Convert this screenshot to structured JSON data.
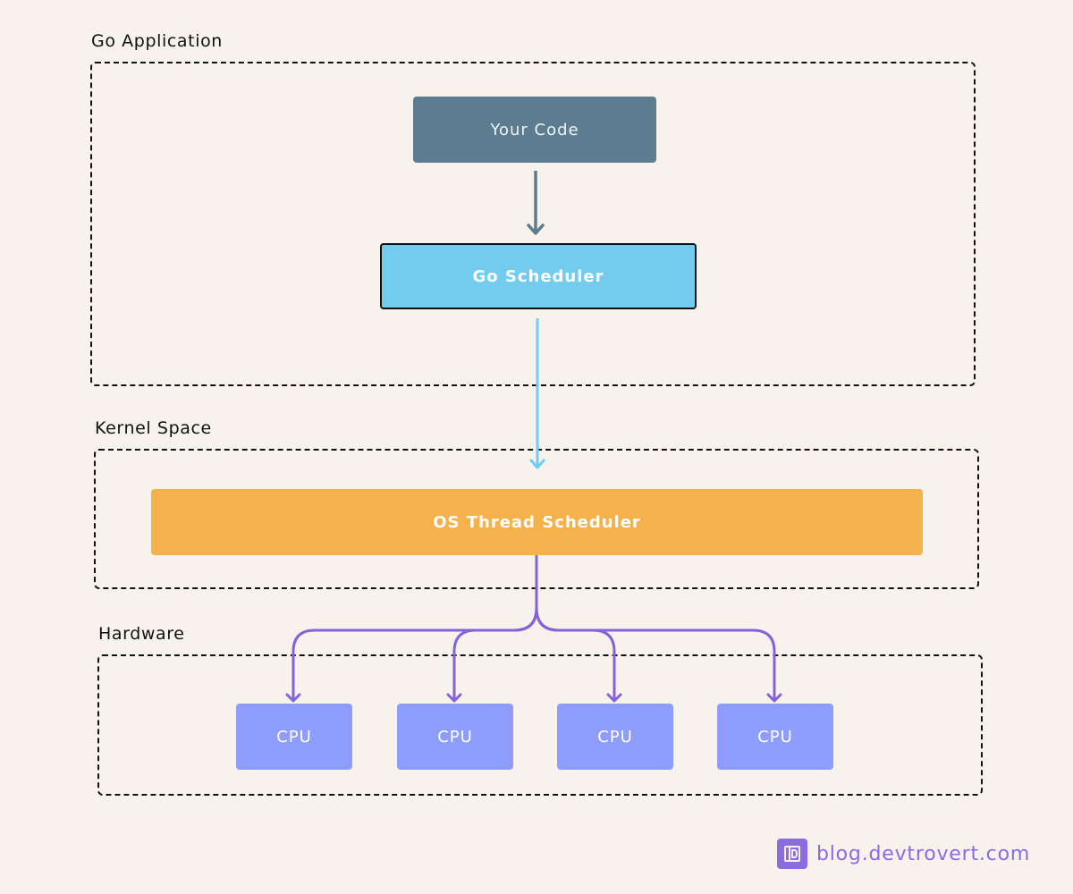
{
  "sections": {
    "go_application": "Go Application",
    "kernel_space": "Kernel Space",
    "hardware": "Hardware"
  },
  "nodes": {
    "your_code": "Your Code",
    "go_scheduler": "Go Scheduler",
    "os_thread_scheduler": "OS Thread Scheduler",
    "cpus": [
      "CPU",
      "CPU",
      "CPU",
      "CPU"
    ]
  },
  "brand": {
    "text": "blog.devtrovert.com",
    "icon": "devtrovert-logo-icon"
  },
  "colors": {
    "background": "#f7f3ec",
    "your_code": "#5c7d8f",
    "go_scheduler": "#73ccee",
    "os_thread_scheduler": "#f5b14c",
    "cpu": "#8e9cfb",
    "connector_code": "#5c7d8f",
    "connector_go": "#73ccee",
    "connector_cpu": "#8561dd",
    "brand": "#8a6be0"
  }
}
